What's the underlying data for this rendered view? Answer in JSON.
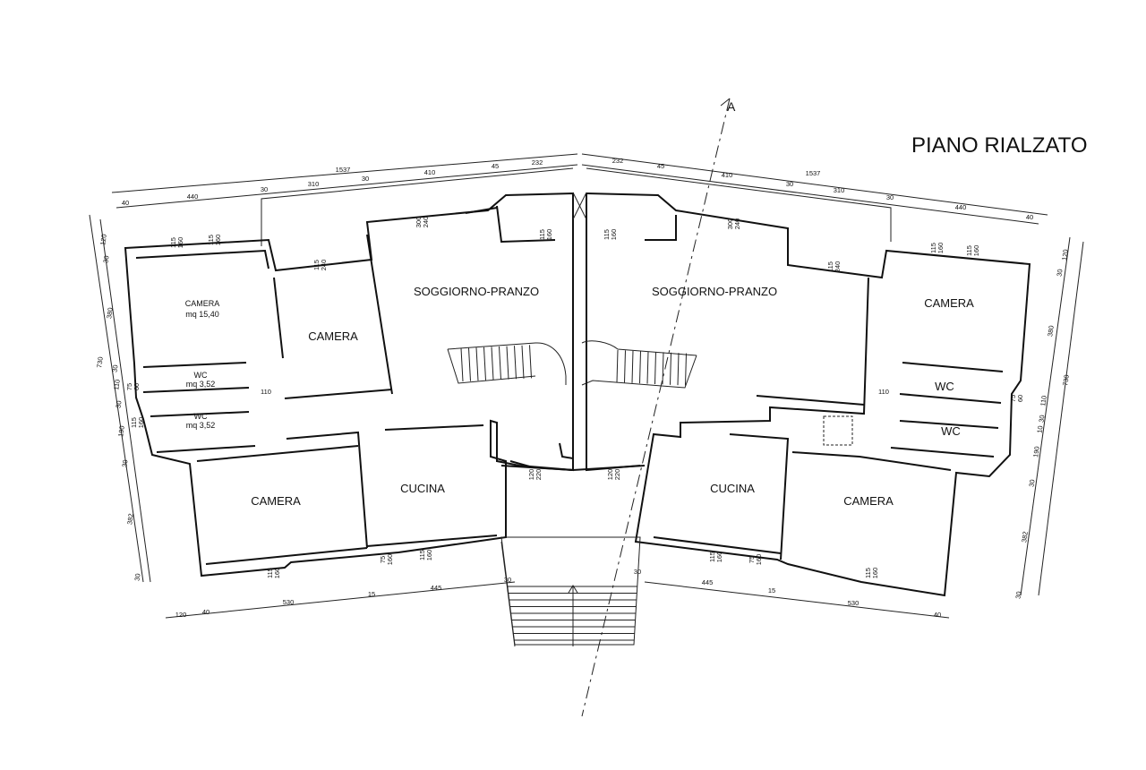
{
  "title": "PIANO RIALZATO",
  "section_label": "A",
  "rooms": {
    "left_camera_top": "CAMERA",
    "left_camera_top_area": "mq 15,40",
    "left_camera_mid": "CAMERA",
    "left_wc_1": "WC",
    "left_wc_1_area": "mq 3,52",
    "left_wc_2": "WC",
    "left_wc_2_area": "mq 3,52",
    "left_camera_bottom": "CAMERA",
    "left_cucina": "CUCINA",
    "left_soggiorno": "SOGGIORNO-PRANZO",
    "right_soggiorno": "SOGGIORNO-PRANZO",
    "right_camera_top": "CAMERA",
    "right_wc_1": "WC",
    "right_wc_2": "WC",
    "right_cucina": "CUCINA",
    "right_camera_bottom": "CAMERA"
  },
  "dimensions": {
    "top_left_total": "1537",
    "top_left_segments": [
      "40",
      "440",
      "30",
      "310",
      "30",
      "410",
      "45",
      "232"
    ],
    "top_right_total": "1537",
    "top_right_segments": [
      "232",
      "45",
      "410",
      "30",
      "310",
      "30",
      "440",
      "40"
    ],
    "bottom_left": [
      "120",
      "40",
      "530",
      "15",
      "445",
      "30"
    ],
    "bottom_right": [
      "30",
      "445",
      "15",
      "530",
      "40"
    ],
    "left_side": [
      "120",
      "30",
      "380",
      "730",
      "30",
      "110",
      "30",
      "190",
      "30",
      "382",
      "30"
    ],
    "right_side": [
      "120",
      "30",
      "380",
      "730",
      "110",
      "30",
      "10",
      "190",
      "30",
      "382",
      "30"
    ],
    "windows": {
      "w1": "115\n160",
      "w2": "115\n160",
      "w3": "115\n240",
      "w4": "300\n240",
      "w5": "115\n160",
      "w6": "115\n160",
      "w7": "300\n240",
      "w8": "115\n240",
      "w9": "115\n160",
      "w10": "115\n160",
      "d1": "75\n60",
      "d2": "115\n160",
      "d3": "120\n220",
      "d4": "120\n220",
      "d5": "75\n160",
      "d6": "115\n160",
      "d7": "115\n160",
      "d8": "75\n160",
      "d9": "115\n160",
      "d10": "75\n60",
      "d11": "115\n160",
      "w110a": "110",
      "w110b": "110"
    }
  }
}
